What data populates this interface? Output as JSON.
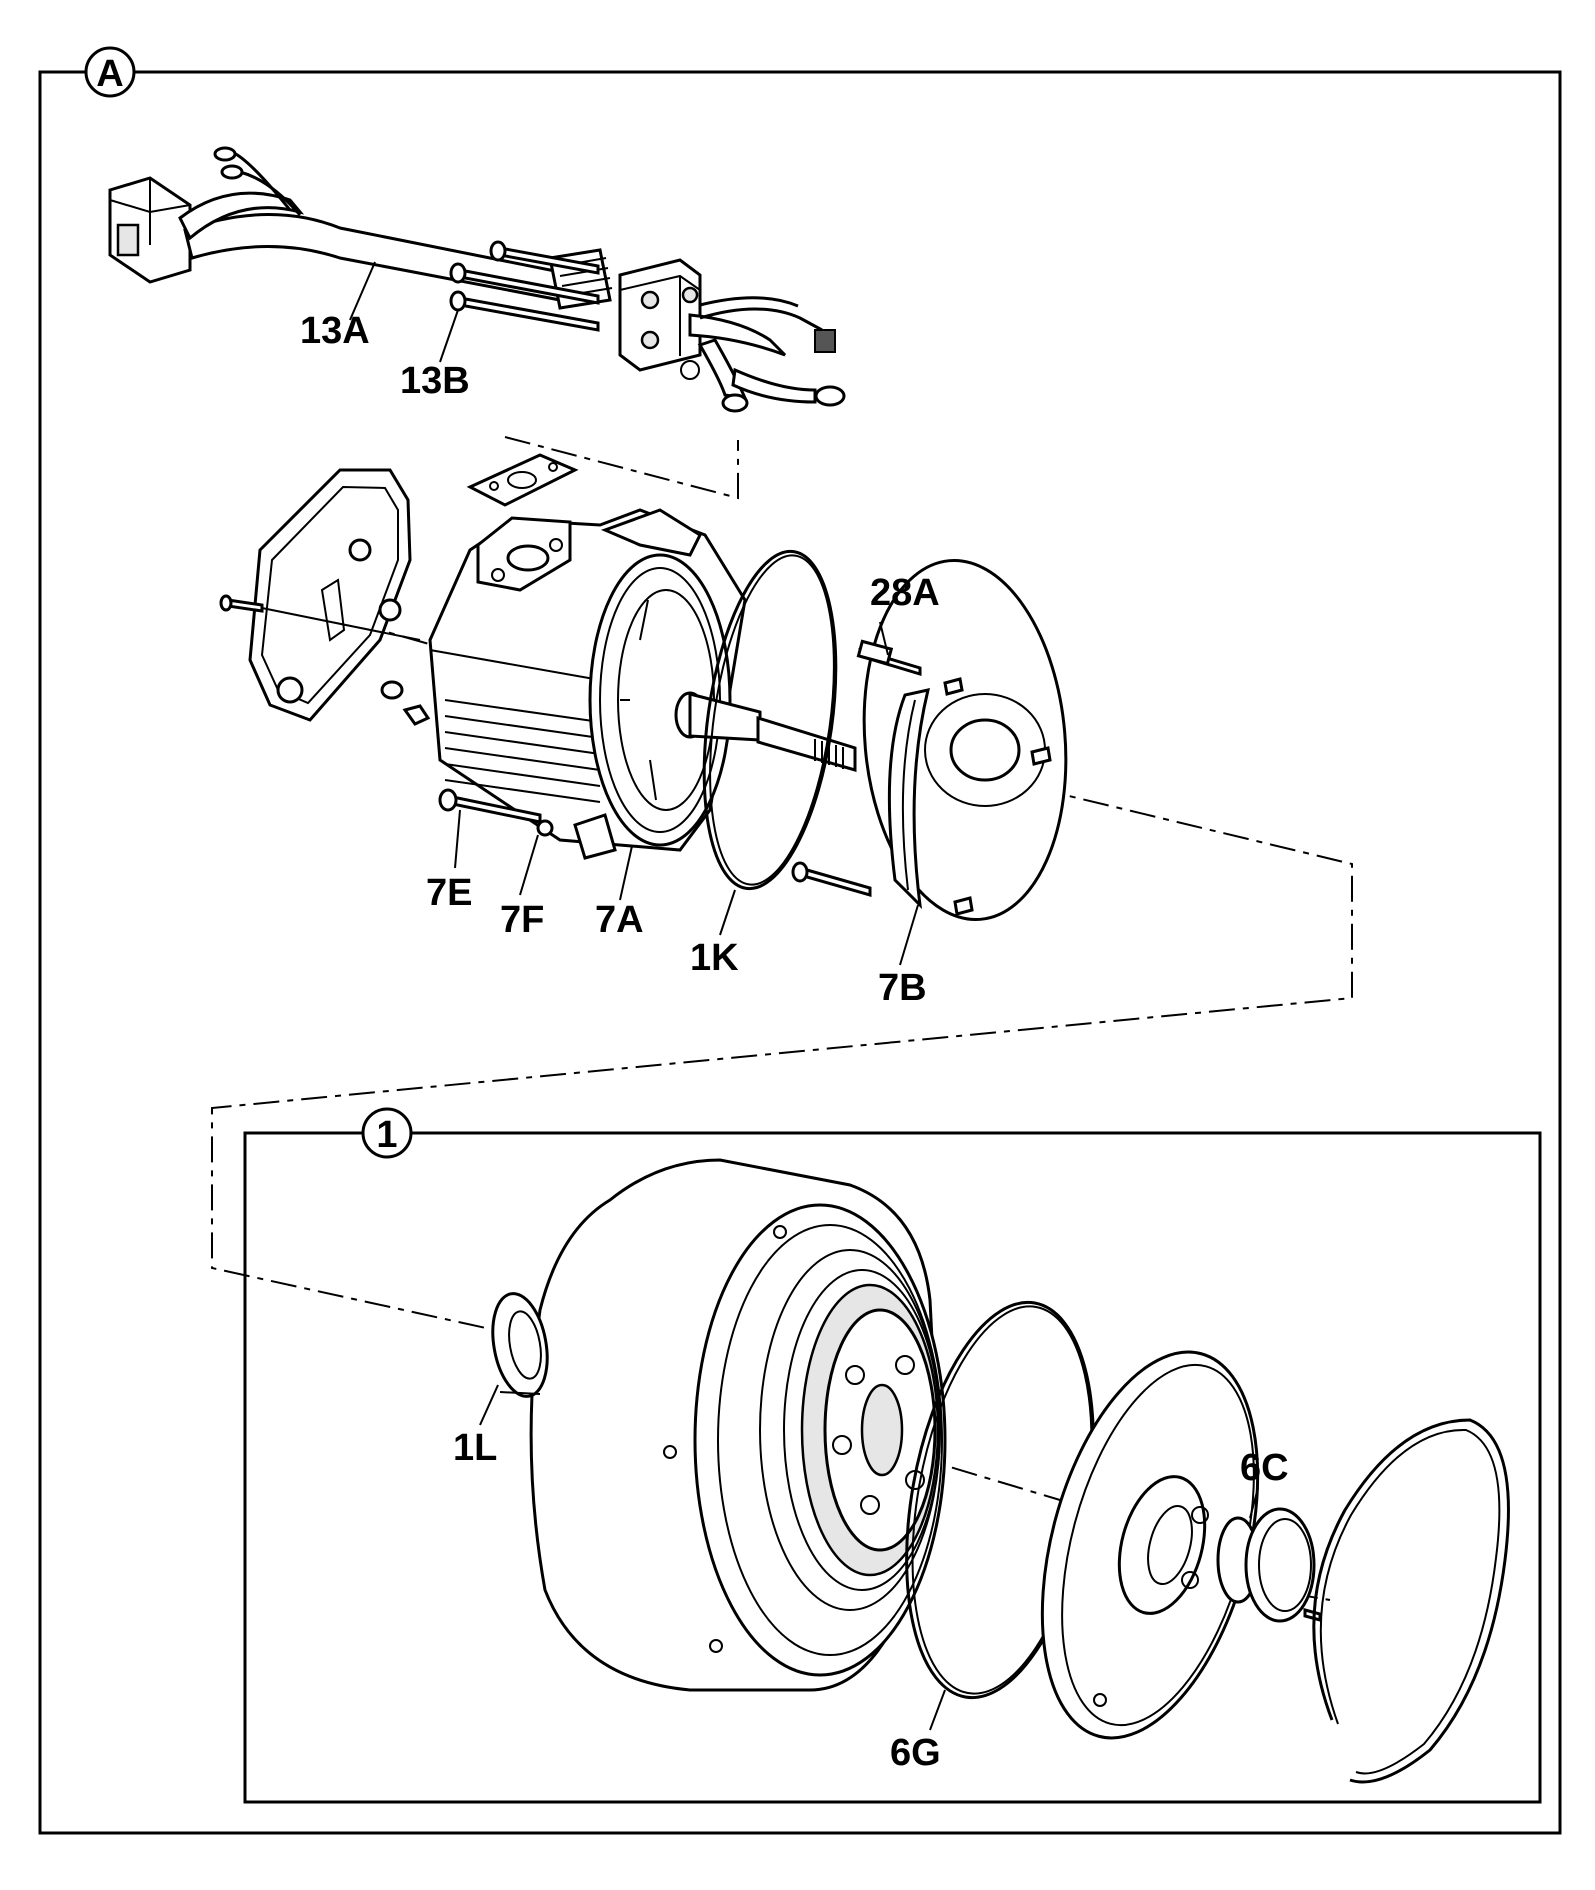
{
  "frames": {
    "outer_badge": "A",
    "inner_badge": "1"
  },
  "callouts": {
    "c13A": "13A",
    "c13B": "13B",
    "c28A": "28A",
    "c7E": "7E",
    "c7F": "7F",
    "c7A": "7A",
    "c1K": "1K",
    "c7B": "7B",
    "c1L": "1L",
    "c6C": "6C",
    "c6G": "6G"
  },
  "colors": {
    "line": "#000000",
    "background": "#ffffff"
  }
}
